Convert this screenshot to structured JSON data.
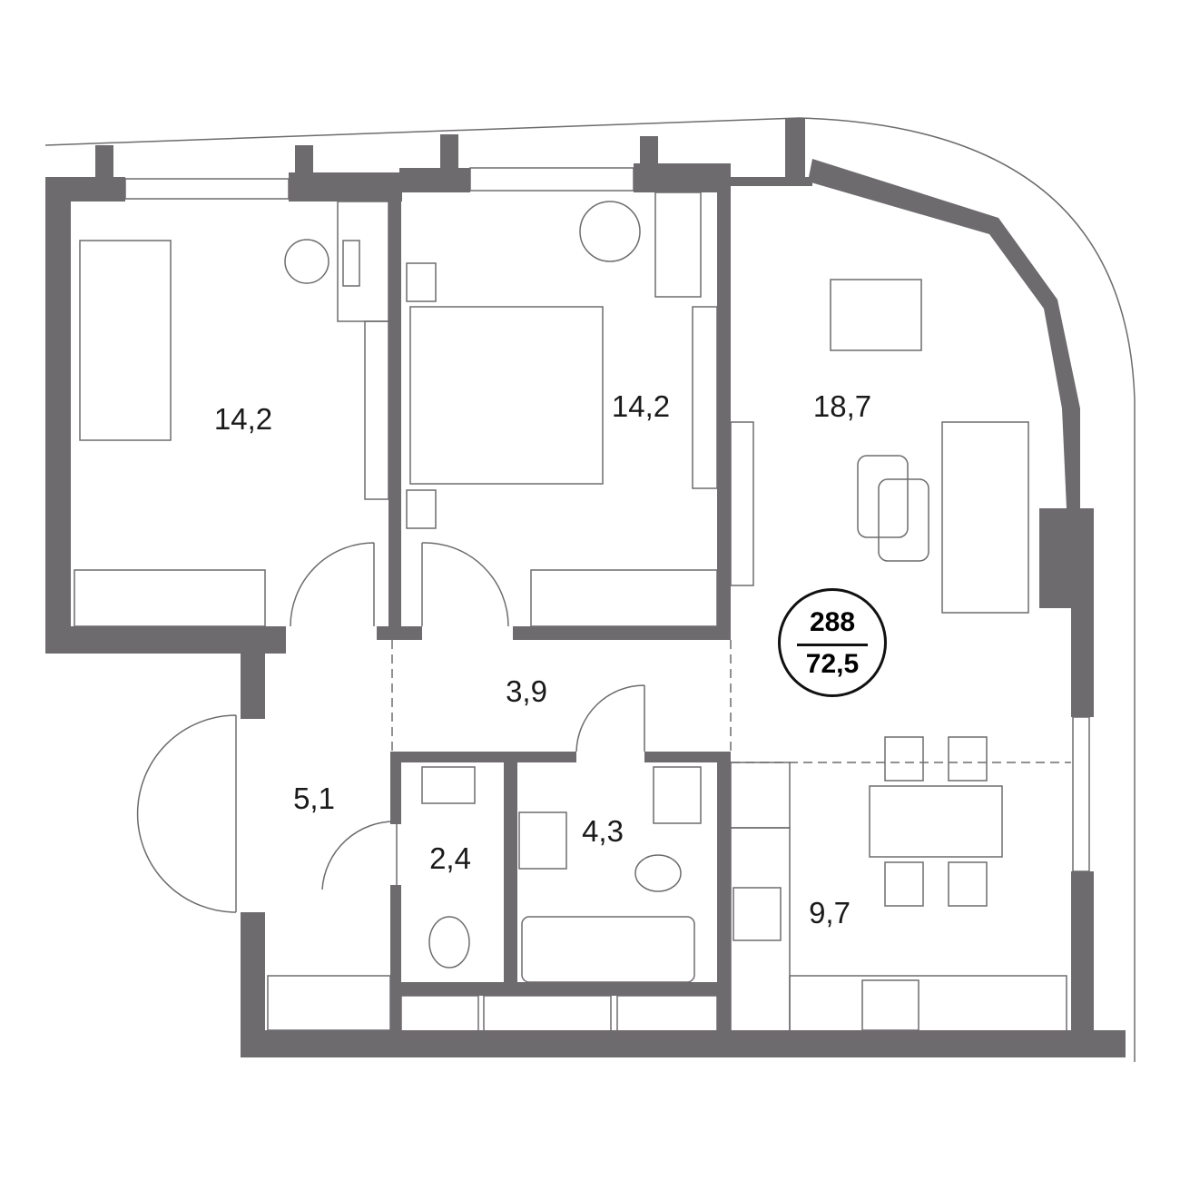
{
  "plan": {
    "badge": {
      "number": "288",
      "area": "72,5"
    },
    "rooms": [
      {
        "id": "bedroom-1",
        "area": "14,2"
      },
      {
        "id": "bedroom-2",
        "area": "14,2"
      },
      {
        "id": "living-room",
        "area": "18,7"
      },
      {
        "id": "corridor",
        "area": "3,9"
      },
      {
        "id": "entrance-hall",
        "area": "5,1"
      },
      {
        "id": "toilet",
        "area": "2,4"
      },
      {
        "id": "bathroom",
        "area": "4,3"
      },
      {
        "id": "kitchen",
        "area": "9,7"
      }
    ],
    "colors": {
      "wall": "#6e6b6f",
      "text": "#1a1a1a"
    }
  }
}
